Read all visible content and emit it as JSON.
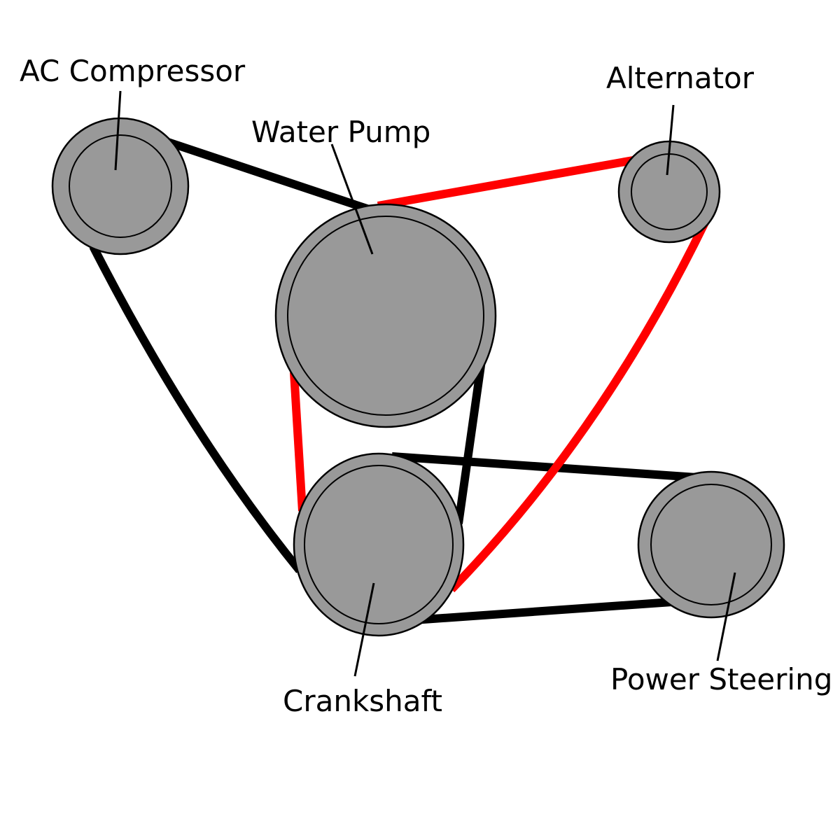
{
  "colors": {
    "belt_black": "#000000",
    "belt_red": "#ff0000",
    "pulley_fill": "#999999",
    "background": "#ffffff"
  },
  "labels": {
    "ac_compressor": "AC Compressor",
    "water_pump": "Water Pump",
    "alternator": "Alternator",
    "crankshaft": "Crankshaft",
    "power_steering": "Power Steering"
  }
}
